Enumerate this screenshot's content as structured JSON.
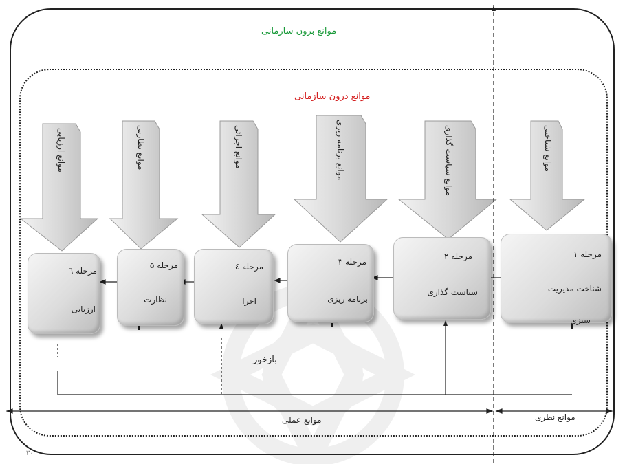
{
  "labels": {
    "outside_org": "موانع برون سازمانی",
    "inside_org": "موانع درون سازمانی",
    "feedback": "بازخور",
    "practical_area": "موانع عملی",
    "theoretical_area": "موانع نظری",
    "page_number": "۳۰"
  },
  "barriers": [
    "موانع شناختی",
    "موانع سیاست گذاری",
    "موانع برنامه ریزی",
    "موانع اجرائی",
    "موانع نظارتی",
    "موانع ارزیابی"
  ],
  "stages": [
    {
      "title": "مرحله ۱",
      "name": "شناخت مدیریت",
      "extra": "سبزی"
    },
    {
      "title": "مرحله ۲",
      "name": "سیاست گذاری"
    },
    {
      "title": "مرحله ۳",
      "name": "برنامه ریزی"
    },
    {
      "title": "مرحله ٤",
      "name": "اجرا"
    },
    {
      "title": "مرحله ۵",
      "name": "نظارت"
    },
    {
      "title": "مرحله ٦",
      "name": "ارزیابی"
    }
  ],
  "colors": {
    "outside_label": "#1a9a3a",
    "inside_label": "#d42020",
    "line": "#222222",
    "watermark": "#eeeeee"
  }
}
